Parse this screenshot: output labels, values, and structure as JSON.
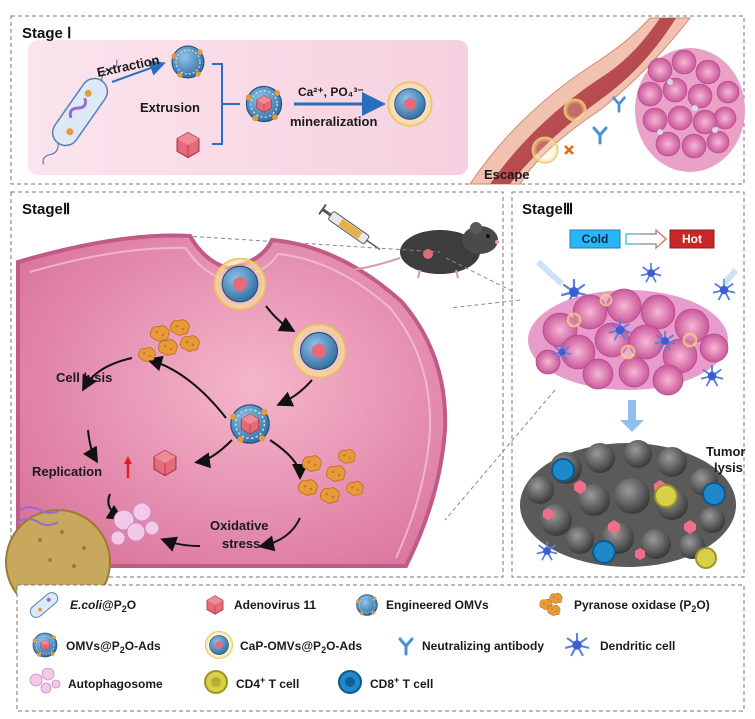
{
  "stage1": {
    "title": "Stage Ⅰ",
    "extraction": "Extraction",
    "extrusion": "Extrusion",
    "ions": "Ca²⁺, PO₄³⁻",
    "mineralization": "mineralization",
    "escape": "Escape"
  },
  "stage2": {
    "title": "StageⅡ",
    "cell_lysis": "Cell lysis",
    "replication": "Replication",
    "oxidative": "Oxidative",
    "stress": "stress"
  },
  "stage3": {
    "title": "StageⅢ",
    "cold": "Cold",
    "hot": "Hot",
    "tumor": "Tumor",
    "lysis": "lysis"
  },
  "legend": {
    "ecoli_a": "E.coli",
    "ecoli_b": "@P",
    "ecoli_sub": "2",
    "ecoli_c": "O",
    "adenovirus": "Adenovirus 11",
    "engineered_omvs": "Engineered OMVs",
    "p2o_a": "Pyranose oxidase (P",
    "p2o_sub": "2",
    "p2o_c": "O)",
    "omvs_a": "OMVs@P",
    "omvs_sub": "2",
    "omvs_c": "O-Ads",
    "cap_a": "CaP-OMVs@P",
    "cap_sub": "2",
    "cap_c": "O-Ads",
    "neutralizing": "Neutralizing antibody",
    "dendritic": "Dendritic cell",
    "autophagosome": "Autophagosome",
    "cd4_a": "CD4",
    "cd4_sup": "+",
    "cd4_c": " T cell",
    "cd8_a": "CD8",
    "cd8_sup": "+",
    "cd8_c": " T cell"
  },
  "colors": {
    "pink_cell": "#e98fb0",
    "vesicle_blue": "#3f7fb5",
    "virus_red": "#e06a78",
    "enzyme_orange": "#e89a3a",
    "cold_blue": "#29b6f6",
    "hot_red": "#c62828"
  }
}
